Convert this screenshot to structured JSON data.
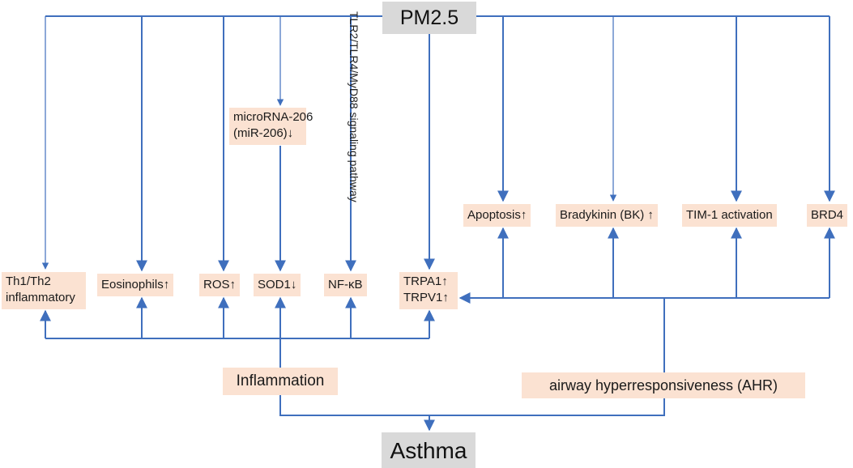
{
  "diagram": {
    "source": "PM2.5",
    "outcome": "Asthma",
    "inflammation_hub": "Inflammation",
    "ahr_hub": "airway hyperresponsiveness (AHR)",
    "pathway_label": "TLR2/TLR4/MyD88 signaling pathway",
    "mirna": {
      "line1": "microRNA-206",
      "line2": "(miR-206)↓"
    },
    "inflammatory_nodes": {
      "th1": {
        "line1": "Th1/Th2",
        "line2": "inflammatory"
      },
      "eos": "Eosinophils↑",
      "ros": "ROS↑",
      "sod1": "SOD1↓",
      "nfkb": "NF-κB",
      "trp": {
        "line1": "TRPA1↑",
        "line2": "TRPV1↑"
      }
    },
    "ahr_nodes": {
      "apoptosis": "Apoptosis↑",
      "bradykinin": "Bradykinin (BK) ↑",
      "tim1": "TIM-1 activation",
      "brd4": "BRD4"
    }
  },
  "colors": {
    "line": "#3f6fbd",
    "node_fill": "#fbe2d2",
    "terminal_fill": "#d9d9d9"
  }
}
